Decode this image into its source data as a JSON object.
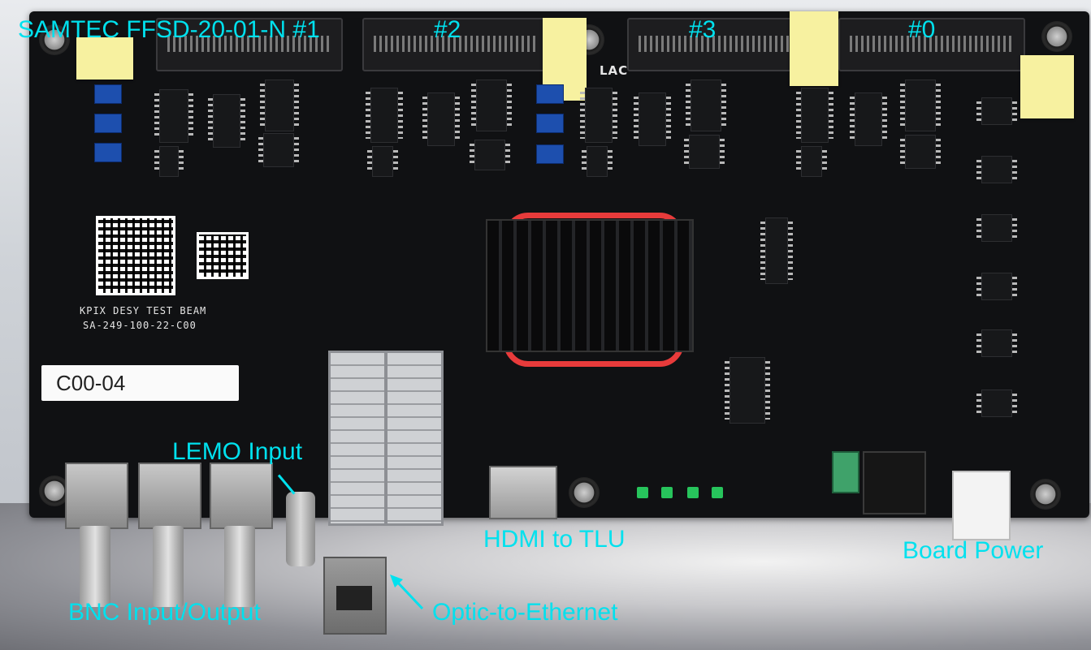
{
  "annotations": {
    "connector_1": "SAMTEC FFSD-20-01-N #1",
    "connector_2": "#2",
    "connector_3": "#3",
    "connector_0": "#0",
    "lemo": "LEMO Input",
    "hdmi": "HDMI to TLU",
    "power": "Board Power",
    "bnc": "BNC Input/Output",
    "optic": "Optic-to-Ethernet"
  },
  "board": {
    "silkscreen_line1": "KPIX DESY TEST BEAM",
    "silkscreen_line2": "SA-249-100-22-C00",
    "label_tag": "C00-04",
    "logo_text": "LAC"
  },
  "colors": {
    "annotation": "#00e1ee",
    "pcb": "#101113",
    "heatsink_clip": "#e83b3b",
    "sticky_note": "#f7f1a0"
  }
}
